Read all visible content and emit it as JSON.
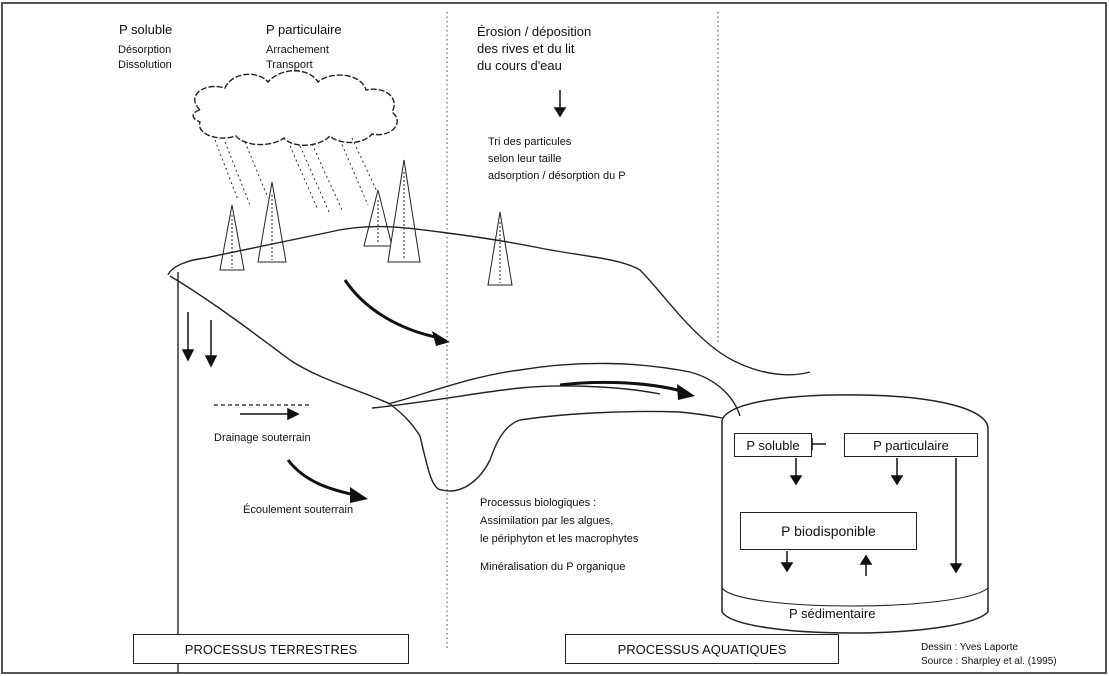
{
  "left_panel": {
    "col1_title": "P soluble",
    "col1_line1": "Désorption",
    "col1_line2": "Dissolution",
    "col2_title": "P particulaire",
    "col2_line1": "Arrachement",
    "col2_line2": "Transport",
    "drainage_label": "Drainage souterrain",
    "ecoulement_label": "Écoulement souterrain",
    "footer_box": "PROCESSUS TERRESTRES"
  },
  "middle_panel": {
    "erosion_line1": "Érosion / déposition",
    "erosion_line2": "des rives et du lit",
    "erosion_line3": "du cours d'eau",
    "tri_line1": "Tri des particules",
    "tri_line2": "selon leur taille",
    "tri_line3": "adsorption / désorption du P",
    "bio_line1": "Processus biologiques :",
    "bio_line2": "Assimilation par les algues,",
    "bio_line3": "le périphyton et les macrophytes",
    "mineral_line": "Minéralisation du P organique",
    "footer_box": "PROCESSUS AQUATIQUES"
  },
  "reservoir": {
    "soluble_box": "P soluble",
    "particulaire_box": "P particulaire",
    "biodisponible_box": "P biodisponible",
    "sedimentaire_label": "P sédimentaire"
  },
  "credits": {
    "line1": "Dessin :  Yves Laporte",
    "line2": "Source :  Sharpley et al. (1995)"
  }
}
